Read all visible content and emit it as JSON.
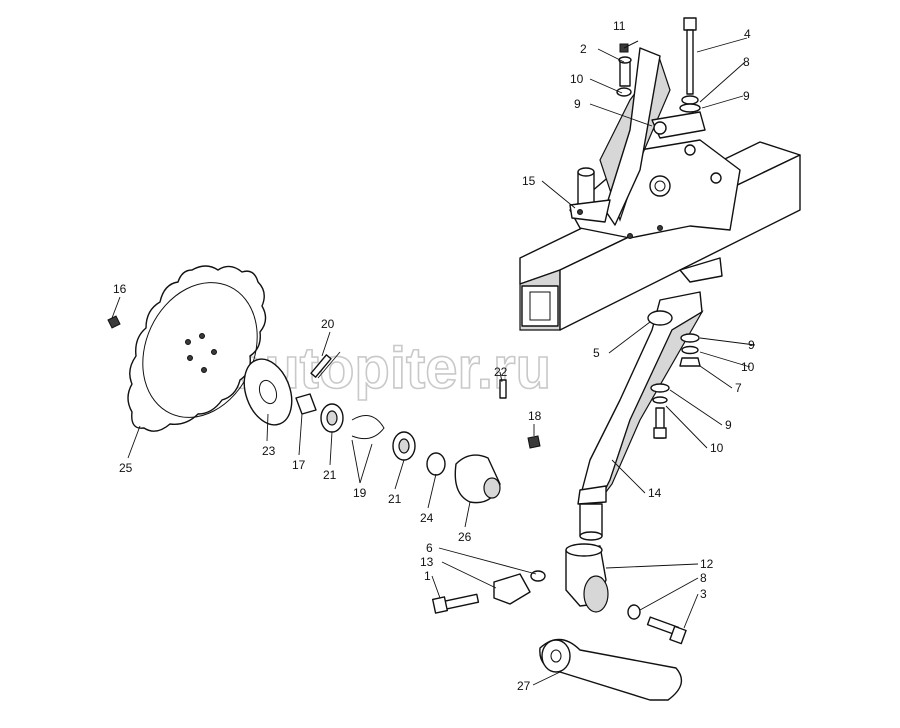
{
  "watermark": "autopiter.ru",
  "callouts": [
    "1",
    "2",
    "3",
    "4",
    "5",
    "6",
    "7",
    "8",
    "9",
    "10",
    "11",
    "12",
    "13",
    "14",
    "15",
    "16",
    "17",
    "18",
    "19",
    "20",
    "21",
    "22",
    "23",
    "24",
    "25",
    "26",
    "27"
  ]
}
